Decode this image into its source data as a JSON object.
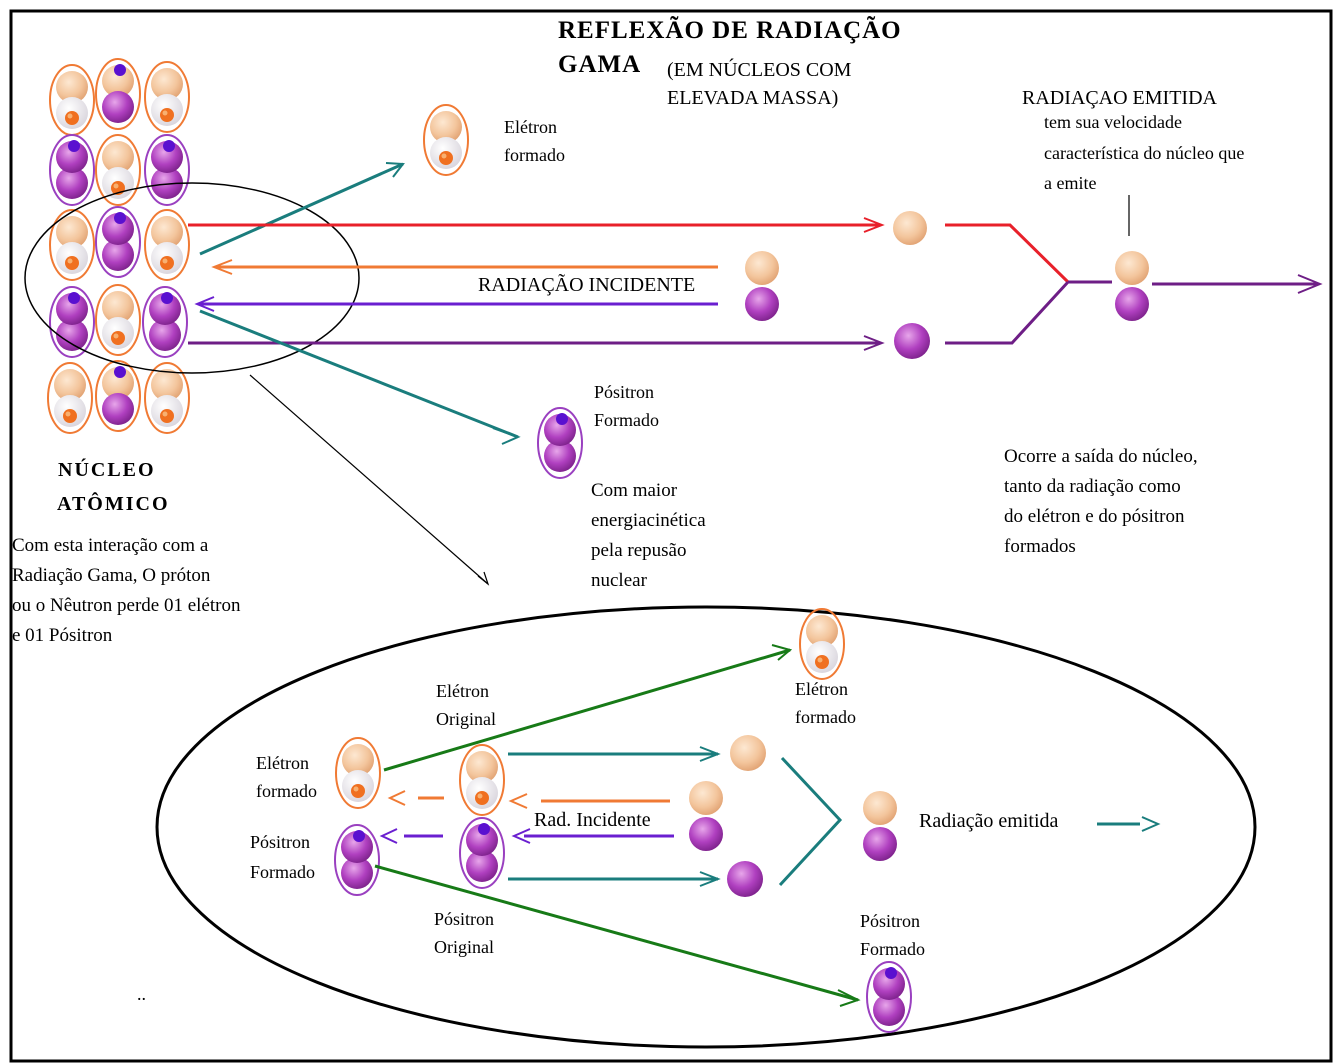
{
  "title": {
    "line1": "REFLEXÃO DE RADIAÇÃO",
    "line2": "GAMA",
    "sub1": "(EM NÚCLEOS COM",
    "sub2": "ELEVADA MASSA)"
  },
  "nucleus": {
    "label1": "NÚCLEO",
    "label2": "ATÔMICO"
  },
  "interaction_note": {
    "l1": "Com esta interação com a",
    "l2": "Radiação Gama, O próton",
    "l3": "ou o Nêutron perde 01   elétron",
    "l4": "e 01 Pósitron"
  },
  "top": {
    "electron_formed": {
      "l1": "Elétron",
      "l2": "formado"
    },
    "incident": "RADIAÇÃO INCIDENTE",
    "positron_formed": {
      "l1": "Pósitron",
      "l2": "Formado"
    },
    "energy_note": {
      "l1": "Com maior",
      "l2": "energiacinética",
      "l3": "pela repusão",
      "l4": "nuclear"
    },
    "emitted_title": "RADIAÇAO EMITIDA",
    "emitted_note": {
      "l1": "tem sua velocidade",
      "l2": "característica do núcleo que",
      "l3": "a emite"
    },
    "exit_note": {
      "l1": "Ocorre a saída do núcleo,",
      "l2": "tanto da radiação como",
      "l3": "do elétron e do pósitron",
      "l4": "formados"
    }
  },
  "detail": {
    "electron_formed_left": {
      "l1": "Elétron",
      "l2": "formado"
    },
    "electron_original": {
      "l1": "Elétron",
      "l2": "Original"
    },
    "electron_formed_right": {
      "l1": "Elétron",
      "l2": "formado"
    },
    "positron_formed_left": {
      "l1": "Pósitron",
      "l2": "Formado"
    },
    "positron_original": {
      "l1": "Pósitron",
      "l2": "Original"
    },
    "positron_formed_right": {
      "l1": "Pósitron",
      "l2": "Formado"
    },
    "rad_incident": "Rad. Incidente",
    "rad_emitted": "Radiação emitida",
    "dots": ".."
  },
  "colors": {
    "red": "#e8202a",
    "orange": "#f07a34",
    "purple": "#6a1fd0",
    "darkpurple": "#6e1e86",
    "teal": "#1a7d7d",
    "green": "#177a17",
    "peach": "#f3c59c",
    "magenta": "#b040c0",
    "core_orange": "#f07020"
  }
}
